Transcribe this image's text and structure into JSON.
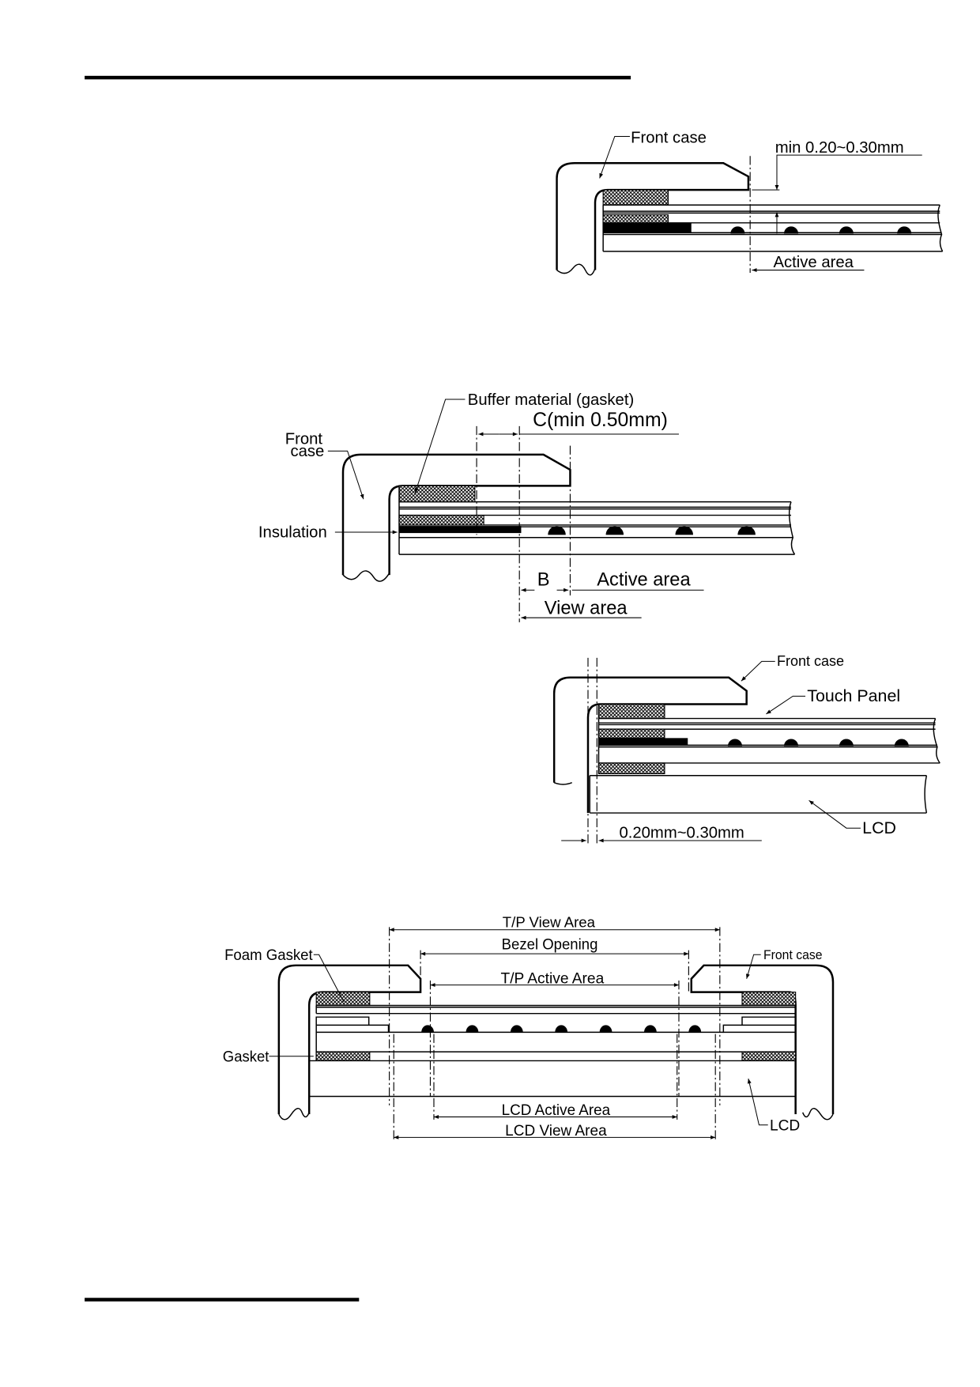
{
  "diagram1": {
    "front_case": "Front case",
    "gap": "min 0.20~0.30mm",
    "active_area": "Active area"
  },
  "diagram2": {
    "buffer": "Buffer material (gasket)",
    "clearance": "C(min 0.50mm)",
    "front_1": "Front",
    "front_2": "case",
    "insulation": "Insulation",
    "b": "B",
    "active_area": "Active area",
    "view_area": "View area"
  },
  "diagram3": {
    "front_case": "Front case",
    "touch_panel": "Touch Panel",
    "lcd": "LCD",
    "gap": "0.20mm~0.30mm"
  },
  "diagram4": {
    "tp_view": "T/P View Area",
    "bezel": "Bezel Opening",
    "tp_active": "T/P Active Area",
    "foam_gasket": "Foam Gasket",
    "front_case": "Front case",
    "gasket": "Gasket",
    "lcd_active": "LCD Active Area",
    "lcd_view": "LCD View Area",
    "lcd": "LCD"
  }
}
